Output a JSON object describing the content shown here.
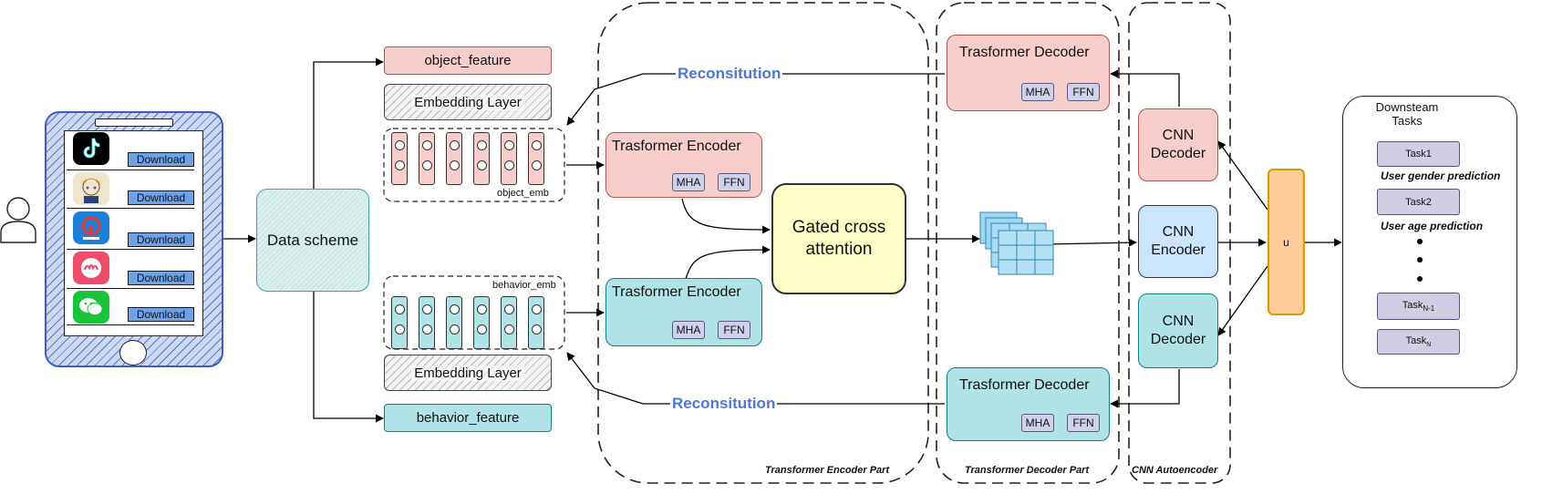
{
  "phone": {
    "apps": [
      {
        "icon": "tiktok-icon",
        "color": "#000000",
        "download_label": "Download"
      },
      {
        "icon": "anime-character-icon",
        "color": "#e9e3cf",
        "download_label": "Download"
      },
      {
        "icon": "railway-icon",
        "color": "#1b7fd8",
        "download_label": "Download"
      },
      {
        "icon": "pink-app-icon",
        "color": "#ee4e6a",
        "download_label": "Download"
      },
      {
        "icon": "wechat-icon",
        "color": "#19c33a",
        "download_label": "Download"
      }
    ]
  },
  "data_scheme": {
    "label": "Data scheme"
  },
  "object_branch": {
    "feature_label": "object_feature",
    "embedding_label": "Embedding Layer",
    "emb_label": "object_emb",
    "color": "#f8cecc"
  },
  "behavior_branch": {
    "feature_label": "behavior_feature",
    "embedding_label": "Embedding Layer",
    "emb_label": "behavior_emb",
    "color": "#b0e3e6"
  },
  "encoders": {
    "top": {
      "title": "Trasformer Encoder",
      "mha": "MHA",
      "ffn": "FFN"
    },
    "bottom": {
      "title": "Trasformer Encoder",
      "mha": "MHA",
      "ffn": "FFN"
    }
  },
  "gated": {
    "label": "Gated cross attention"
  },
  "decoders": {
    "top": {
      "title": "Trasformer Decoder",
      "mha": "MHA",
      "ffn": "FFN"
    },
    "bottom": {
      "title": "Trasformer Decoder",
      "mha": "MHA",
      "ffn": "FFN"
    }
  },
  "reconstitution": {
    "top": "Reconsitution",
    "bottom": "Reconsitution",
    "color": "#4f76d6"
  },
  "cnn": {
    "decoder_top": "CNN Decoder",
    "encoder": "CNN Encoder",
    "decoder_bottom": "CNN Decoder"
  },
  "u_label": "u",
  "parts": {
    "encoder": "Transformer Encoder Part",
    "decoder": "Transformer Decoder Part",
    "cnn": "CNN Autoencoder"
  },
  "downstream": {
    "title": "Downsteam Tasks",
    "task1": "Task1",
    "task1_desc": "User gender prediction",
    "task2": "Task2",
    "task2_desc": "User age prediction",
    "task_n1_base": "Task",
    "task_n1_sub": "N-1",
    "task_n_base": "Task",
    "task_n_sub": "N"
  }
}
